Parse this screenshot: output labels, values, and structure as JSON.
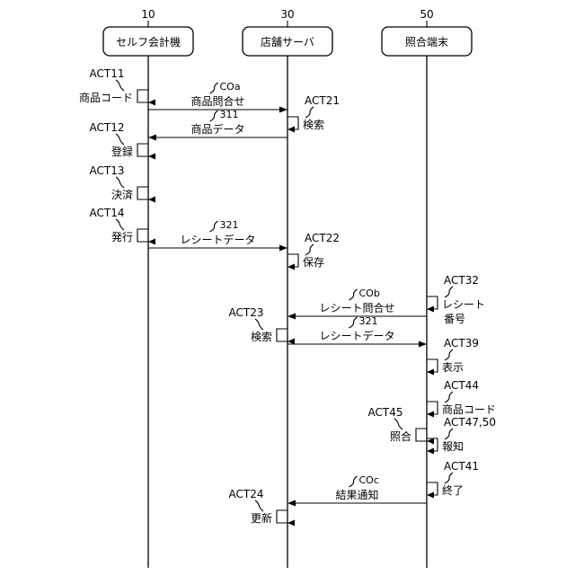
{
  "participants": [
    {
      "id": "p10",
      "ref": "10",
      "label": "セルフ会計機"
    },
    {
      "id": "p30",
      "ref": "30",
      "label": "店舗サーバ"
    },
    {
      "id": "p50",
      "ref": "50",
      "label": "照合端末"
    }
  ],
  "self_actions": [
    {
      "id": "act11",
      "on": "p10",
      "side": "left",
      "code": "ACT11",
      "label": "商品コード"
    },
    {
      "id": "act12",
      "on": "p10",
      "side": "left",
      "code": "ACT12",
      "label": "登録"
    },
    {
      "id": "act13",
      "on": "p10",
      "side": "left",
      "code": "ACT13",
      "label": "決済"
    },
    {
      "id": "act14",
      "on": "p10",
      "side": "left",
      "code": "ACT14",
      "label": "発行"
    },
    {
      "id": "act21",
      "on": "p30",
      "side": "right",
      "code": "ACT21",
      "label": "検索"
    },
    {
      "id": "act22",
      "on": "p30",
      "side": "right",
      "code": "ACT22",
      "label": "保存"
    },
    {
      "id": "act23",
      "on": "p30",
      "side": "left",
      "code": "ACT23",
      "label": "検索"
    },
    {
      "id": "act24",
      "on": "p30",
      "side": "left",
      "code": "ACT24",
      "label": "更新"
    },
    {
      "id": "act32",
      "on": "p50",
      "side": "right",
      "code": "ACT32",
      "label": "レシート",
      "label2": "番号"
    },
    {
      "id": "act39",
      "on": "p50",
      "side": "right",
      "code": "ACT39",
      "label": "表示"
    },
    {
      "id": "act44",
      "on": "p50",
      "side": "right",
      "code": "ACT44",
      "label": "商品コード"
    },
    {
      "id": "act45",
      "on": "p50",
      "side": "left",
      "code": "ACT45",
      "label": "照合"
    },
    {
      "id": "act47",
      "on": "p50",
      "side": "right",
      "code": "ACT47,50",
      "label": "報知"
    },
    {
      "id": "act41",
      "on": "p50",
      "side": "right",
      "code": "ACT41",
      "label": "終了"
    }
  ],
  "messages": [
    {
      "id": "msg-product-inquiry",
      "from": "p10",
      "to": "p30",
      "ref": "COa",
      "label": "商品問合せ"
    },
    {
      "id": "msg-product-data",
      "from": "p30",
      "to": "p10",
      "ref": "311",
      "label": "商品データ"
    },
    {
      "id": "msg-receipt-data-1",
      "from": "p10",
      "to": "p30",
      "ref": "321",
      "label": "レシートデータ"
    },
    {
      "id": "msg-receipt-inquiry",
      "from": "p50",
      "to": "p30",
      "ref": "COb",
      "label": "レシート問合せ"
    },
    {
      "id": "msg-receipt-data-2",
      "from": "p30",
      "to": "p50",
      "ref": "321",
      "label": "レシートデータ"
    },
    {
      "id": "msg-result-notice",
      "from": "p50",
      "to": "p30",
      "ref": "COc",
      "label": "結果通知"
    }
  ]
}
